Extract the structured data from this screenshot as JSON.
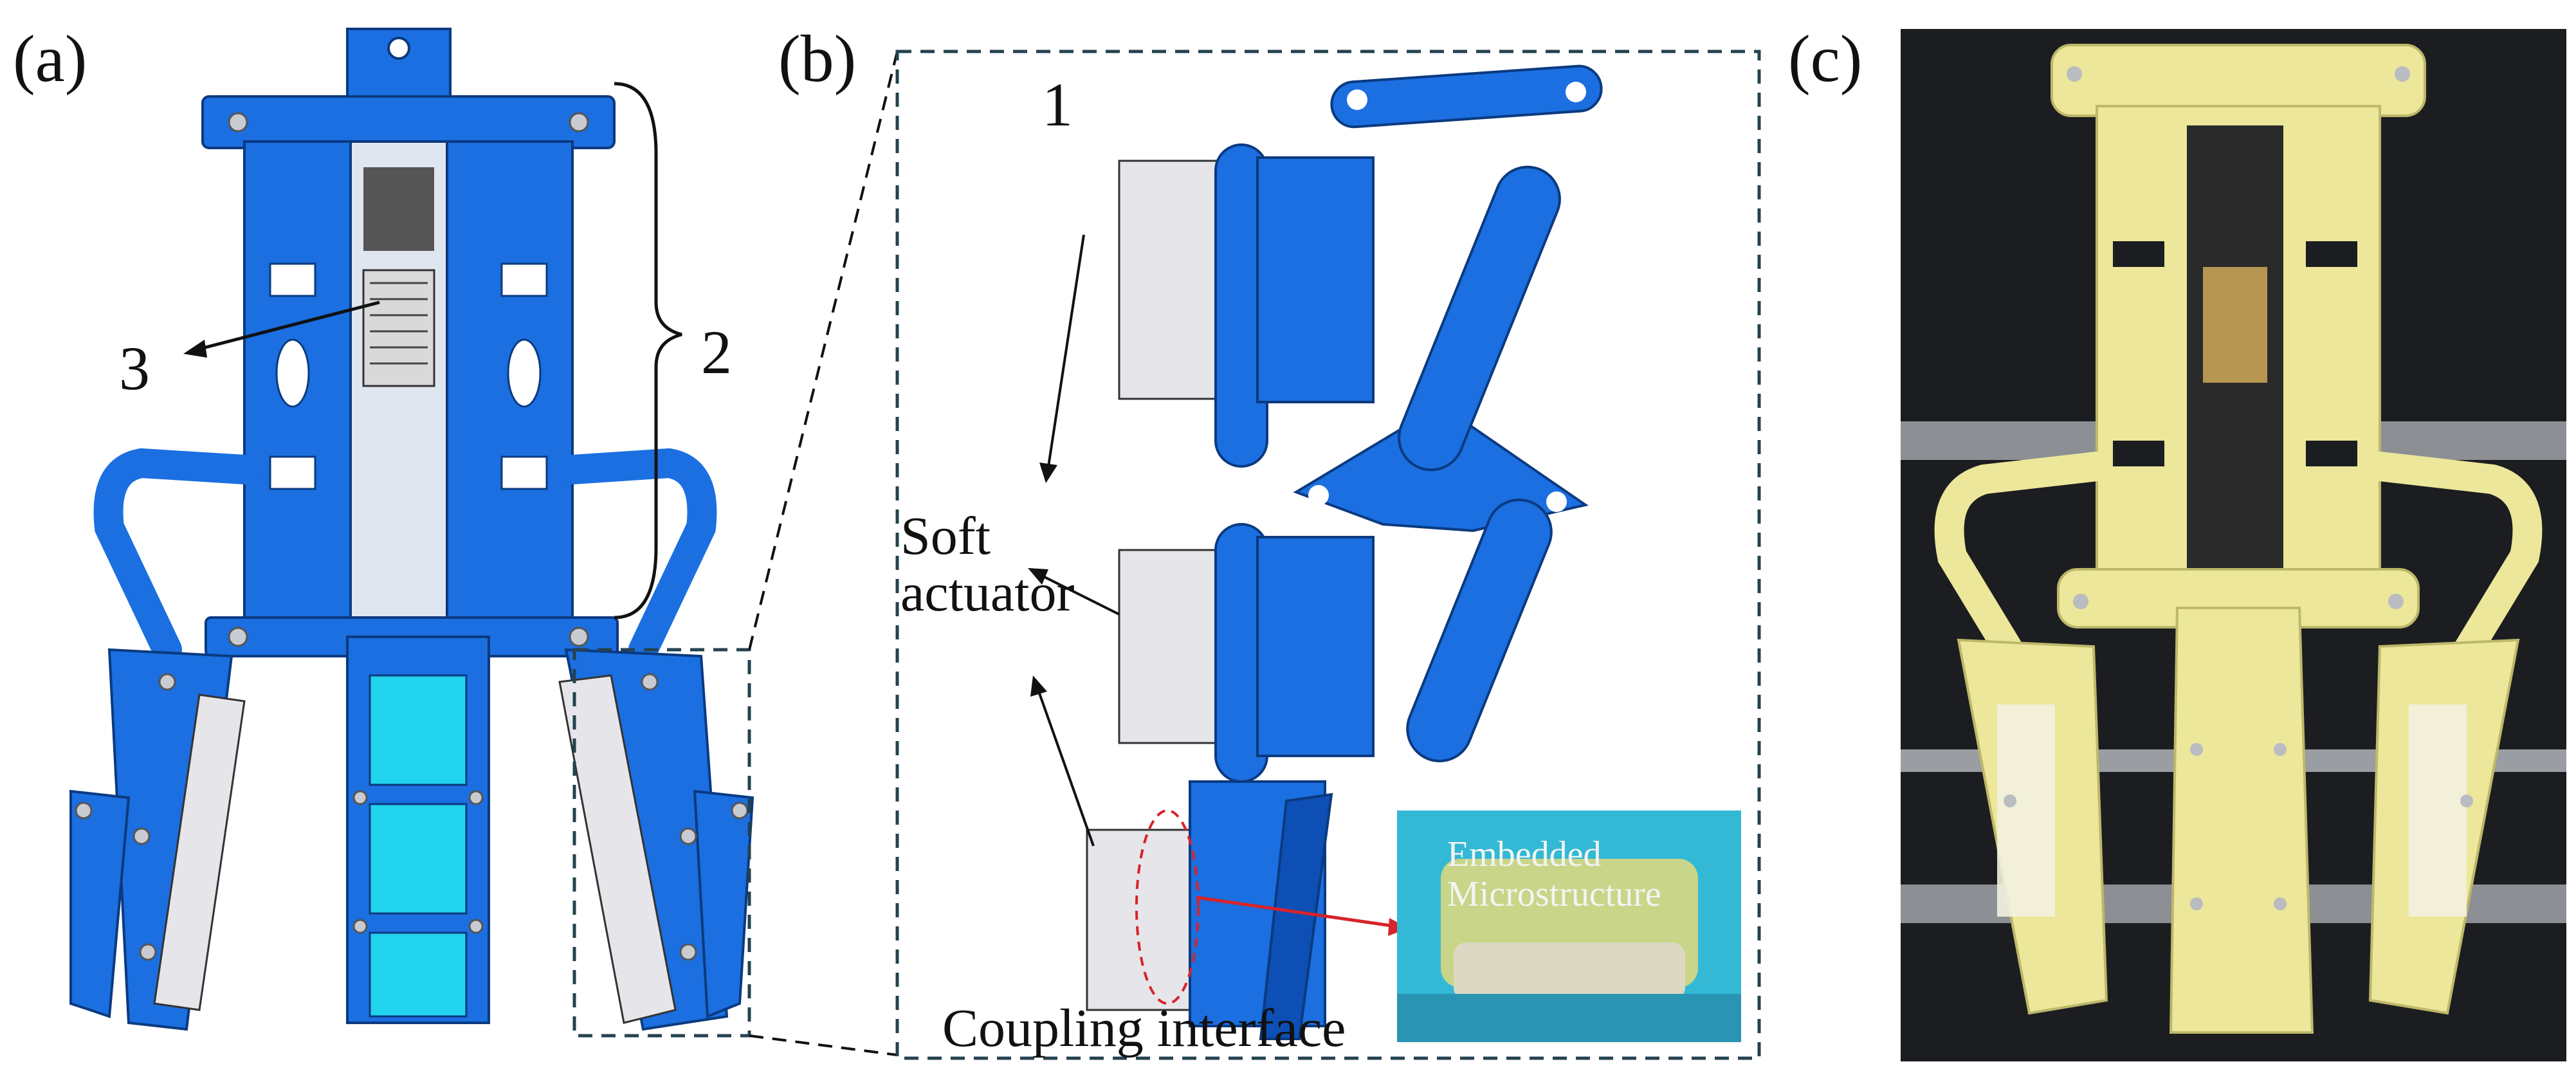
{
  "panels": {
    "a": {
      "label": "(a)",
      "callouts": {
        "c2": "2",
        "c3": "3"
      }
    },
    "b": {
      "label": "(b)",
      "callouts": {
        "c1": "1"
      },
      "labels": {
        "soft_actuator_line1": "Soft",
        "soft_actuator_line2": "actuator",
        "coupling_interface": "Coupling interface"
      },
      "inset": {
        "line1": "Embedded",
        "line2": "Microstructure"
      }
    },
    "c": {
      "label": "(c)"
    }
  },
  "colors": {
    "cad_blue": "#1b6fe0",
    "cad_dark_blue": "#0d4fb5",
    "cad_cyan": "#22d3ee",
    "actuator_grey": "#e6e6ea",
    "photo_bg": "#1c1d20",
    "printed_yellow": "#ece79a",
    "dashed_frame": "#24424f",
    "red_arrow": "#d8232a"
  }
}
